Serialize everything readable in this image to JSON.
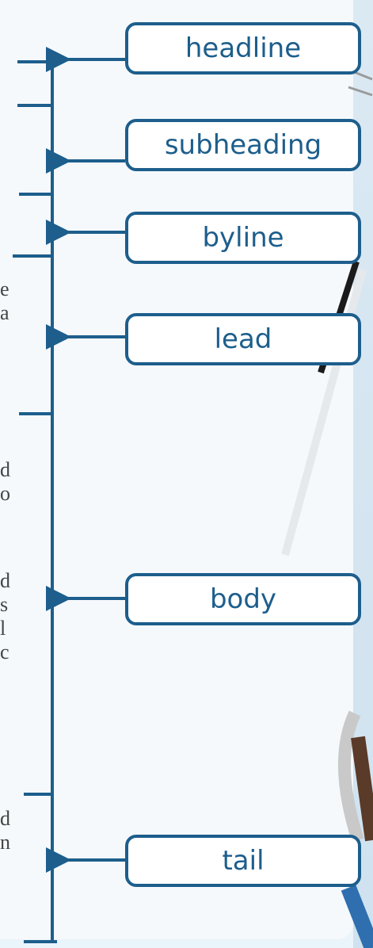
{
  "labels": [
    "headline",
    "subheading",
    "byline",
    "lead",
    "body",
    "tail"
  ],
  "text_fragments": [
    [
      "e",
      "a"
    ],
    [
      "d",
      "o"
    ],
    [
      "d",
      "s",
      "l",
      "c"
    ],
    [
      "d",
      "n"
    ]
  ],
  "colors": {
    "accent": "#1d5e8c",
    "panel": "#f5f9fc",
    "text": "#444444"
  }
}
